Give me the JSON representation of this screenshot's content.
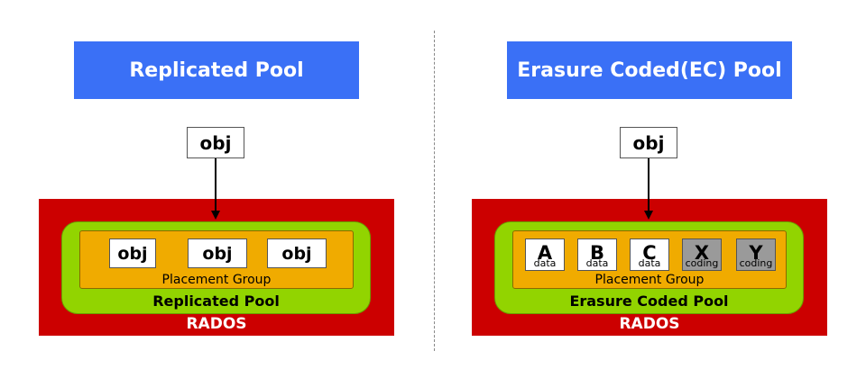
{
  "left": {
    "title": "Replicated Pool",
    "object_label": "obj",
    "replicas": [
      "obj",
      "obj",
      "obj"
    ],
    "placement_group_label": "Placement Group",
    "pool_label": "Replicated Pool",
    "rados_label": "RADOS"
  },
  "right": {
    "title": "Erasure Coded(EC) Pool",
    "object_label": "obj",
    "chunks": [
      {
        "letter": "A",
        "type": "data"
      },
      {
        "letter": "B",
        "type": "data"
      },
      {
        "letter": "C",
        "type": "data"
      },
      {
        "letter": "X",
        "type": "coding"
      },
      {
        "letter": "Y",
        "type": "coding"
      }
    ],
    "placement_group_label": "Placement Group",
    "pool_label": "Erasure Coded Pool",
    "rados_label": "RADOS"
  },
  "colors": {
    "banner": "#3a70f6",
    "rados": "#cc0000",
    "pool": "#92d400",
    "placement_group": "#f0ab00",
    "coding_chunk": "#9a9a9a"
  }
}
